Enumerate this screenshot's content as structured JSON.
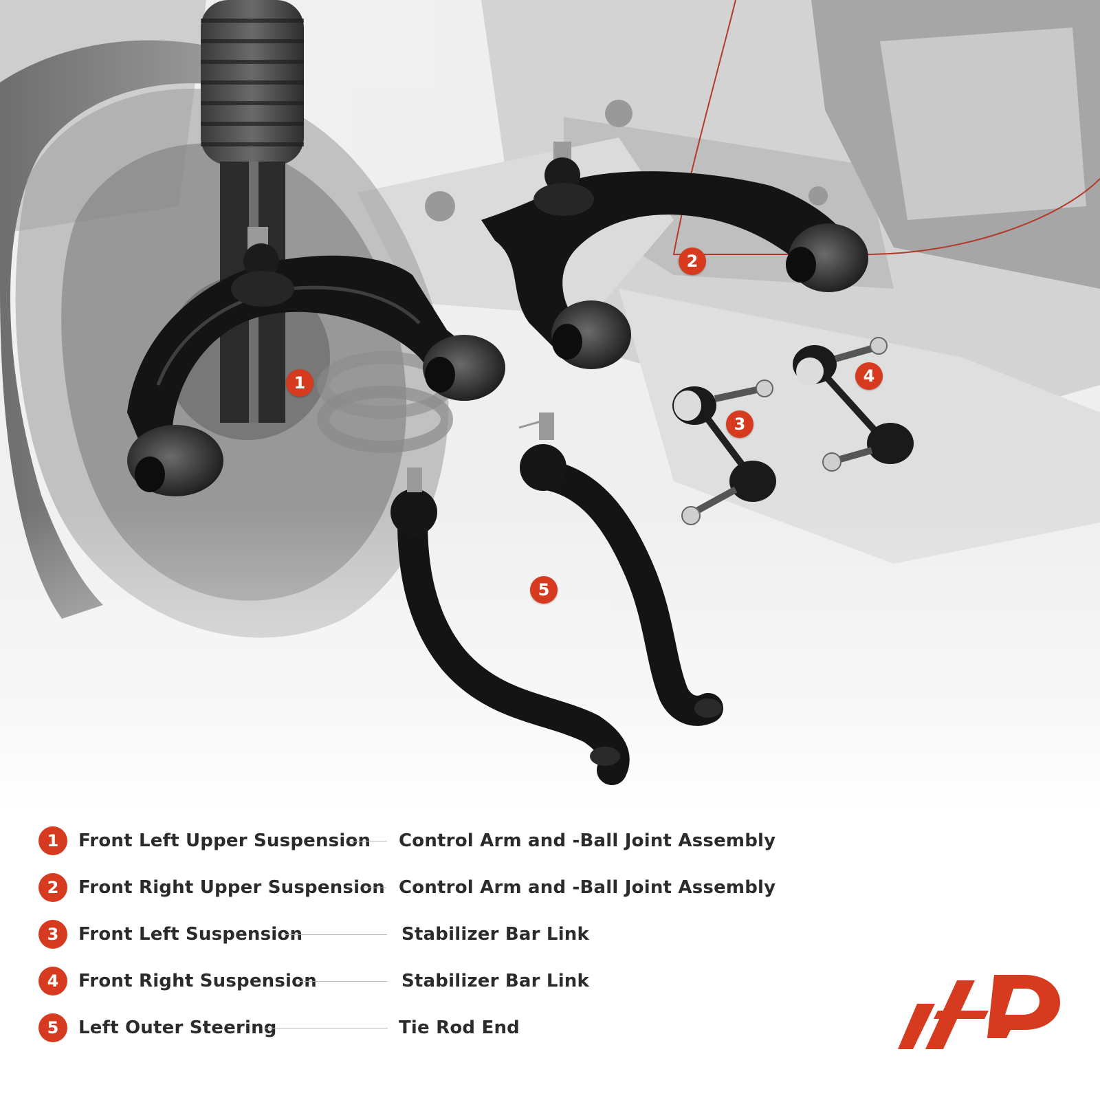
{
  "colors": {
    "accent": "#d63a1f",
    "text": "#2b2b2b",
    "part_black": "#121212"
  },
  "image": {
    "description_icons": [
      "upper-control-arm",
      "upper-control-arm",
      "stabilizer-bar-link",
      "stabilizer-bar-link",
      "tie-rod-end"
    ]
  },
  "callouts": [
    "1",
    "2",
    "3",
    "4",
    "5"
  ],
  "legend": [
    {
      "num": "1",
      "left": "Front Left Upper Suspension",
      "right": "Control Arm and -Ball Joint Assembly"
    },
    {
      "num": "2",
      "left": "Front Right Upper Suspension",
      "right": "Control Arm and -Ball Joint Assembly"
    },
    {
      "num": "3",
      "left": "Front Left Suspension",
      "right": "Stabilizer Bar Link"
    },
    {
      "num": "4",
      "left": "Front Right Suspension",
      "right": "Stabilizer Bar Link"
    },
    {
      "num": "5",
      "left": "Left Outer Steering",
      "right": "Tie Rod End"
    }
  ]
}
